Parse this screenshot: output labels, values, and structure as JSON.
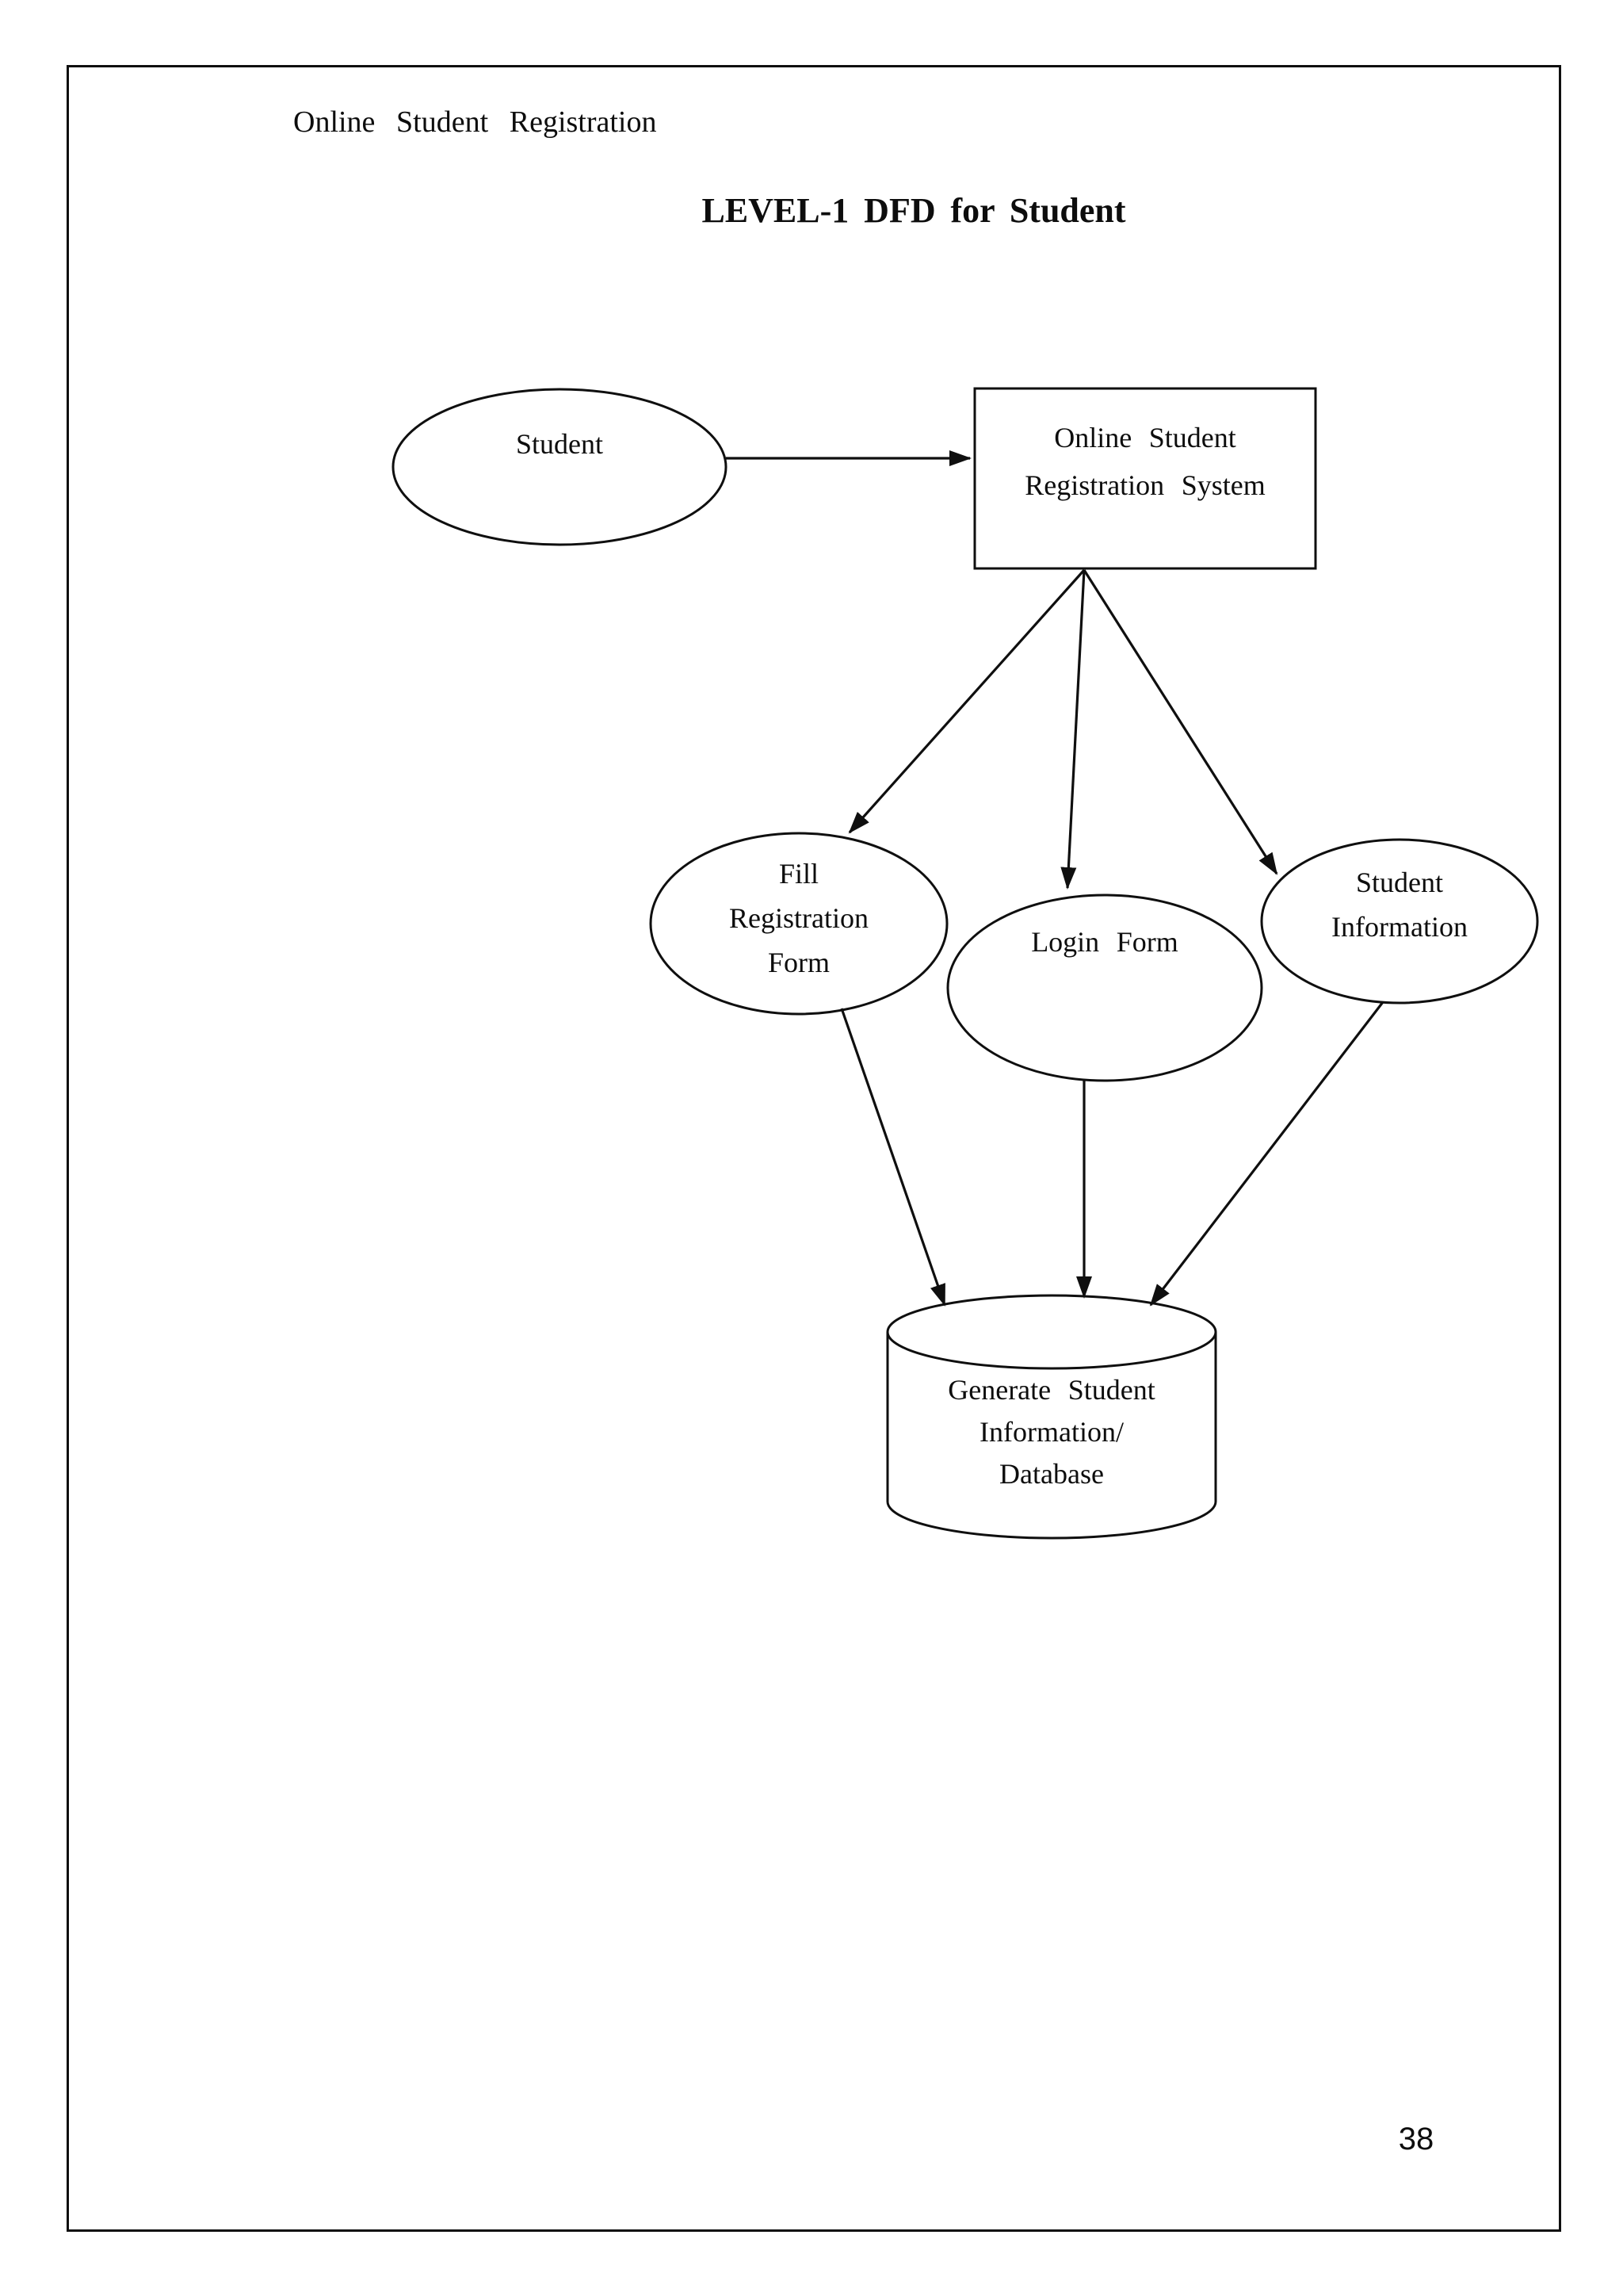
{
  "page": {
    "header": "Online Student Registration",
    "title": "LEVEL-1 DFD for Student",
    "page_number": "38"
  },
  "diagram": {
    "type": "data-flow-diagram-level-1",
    "ink_color": "#0f0f0f",
    "paper_color": "#ffffff",
    "nodes": {
      "student": {
        "shape": "ellipse",
        "label": "Student"
      },
      "system": {
        "shape": "rectangle",
        "lines": [
          "Online Student",
          "Registration System"
        ]
      },
      "fill_registration_form": {
        "shape": "ellipse",
        "lines": [
          "Fill",
          "Registration",
          "Form"
        ]
      },
      "login_form": {
        "shape": "ellipse",
        "lines": [
          "Login Form"
        ]
      },
      "student_information": {
        "shape": "ellipse",
        "lines": [
          "Student",
          "Information"
        ]
      },
      "database": {
        "shape": "cylinder",
        "lines": [
          "Generate Student",
          "Information/",
          "Database"
        ]
      }
    },
    "edges": [
      {
        "from": "student",
        "to": "system"
      },
      {
        "from": "system",
        "to": "fill_registration_form"
      },
      {
        "from": "system",
        "to": "login_form"
      },
      {
        "from": "system",
        "to": "student_information"
      },
      {
        "from": "fill_registration_form",
        "to": "database"
      },
      {
        "from": "login_form",
        "to": "database"
      },
      {
        "from": "student_information",
        "to": "database"
      }
    ]
  }
}
